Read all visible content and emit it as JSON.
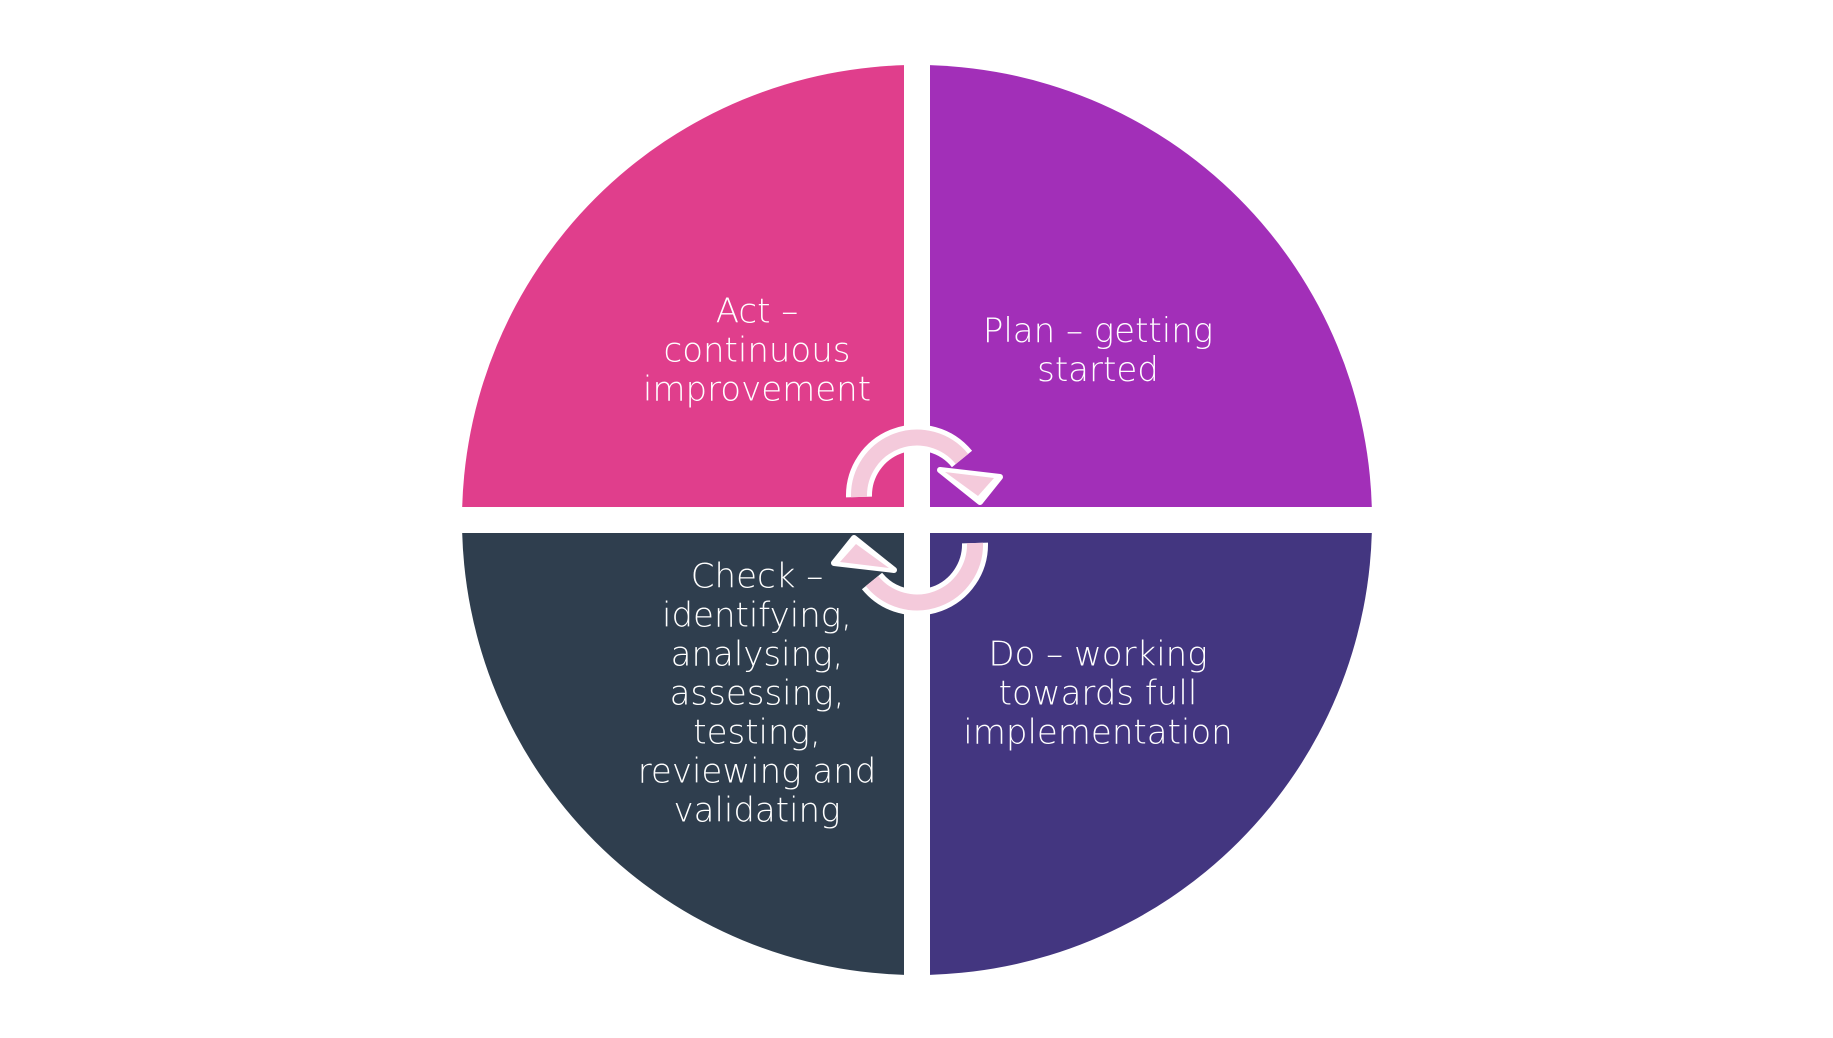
{
  "quadrants": [
    {
      "key": "act",
      "label": "Act –\ncontinuous\nimprovement",
      "color": "#E03E8C"
    },
    {
      "key": "plan",
      "label": "Plan – getting\nstarted",
      "color": "#A22FB8"
    },
    {
      "key": "check",
      "label": "Check –\nidentifying,\nanalysing,\nassessing,\ntesting,\nreviewing and\nvalidating",
      "color": "#2F3E4E"
    },
    {
      "key": "do",
      "label": "Do – working\ntowards full\nimplementation",
      "color": "#433680"
    }
  ],
  "arrow_color": "#F4CADB",
  "icons": [
    "cycle-arrow-clockwise-top",
    "cycle-arrow-clockwise-bottom"
  ]
}
